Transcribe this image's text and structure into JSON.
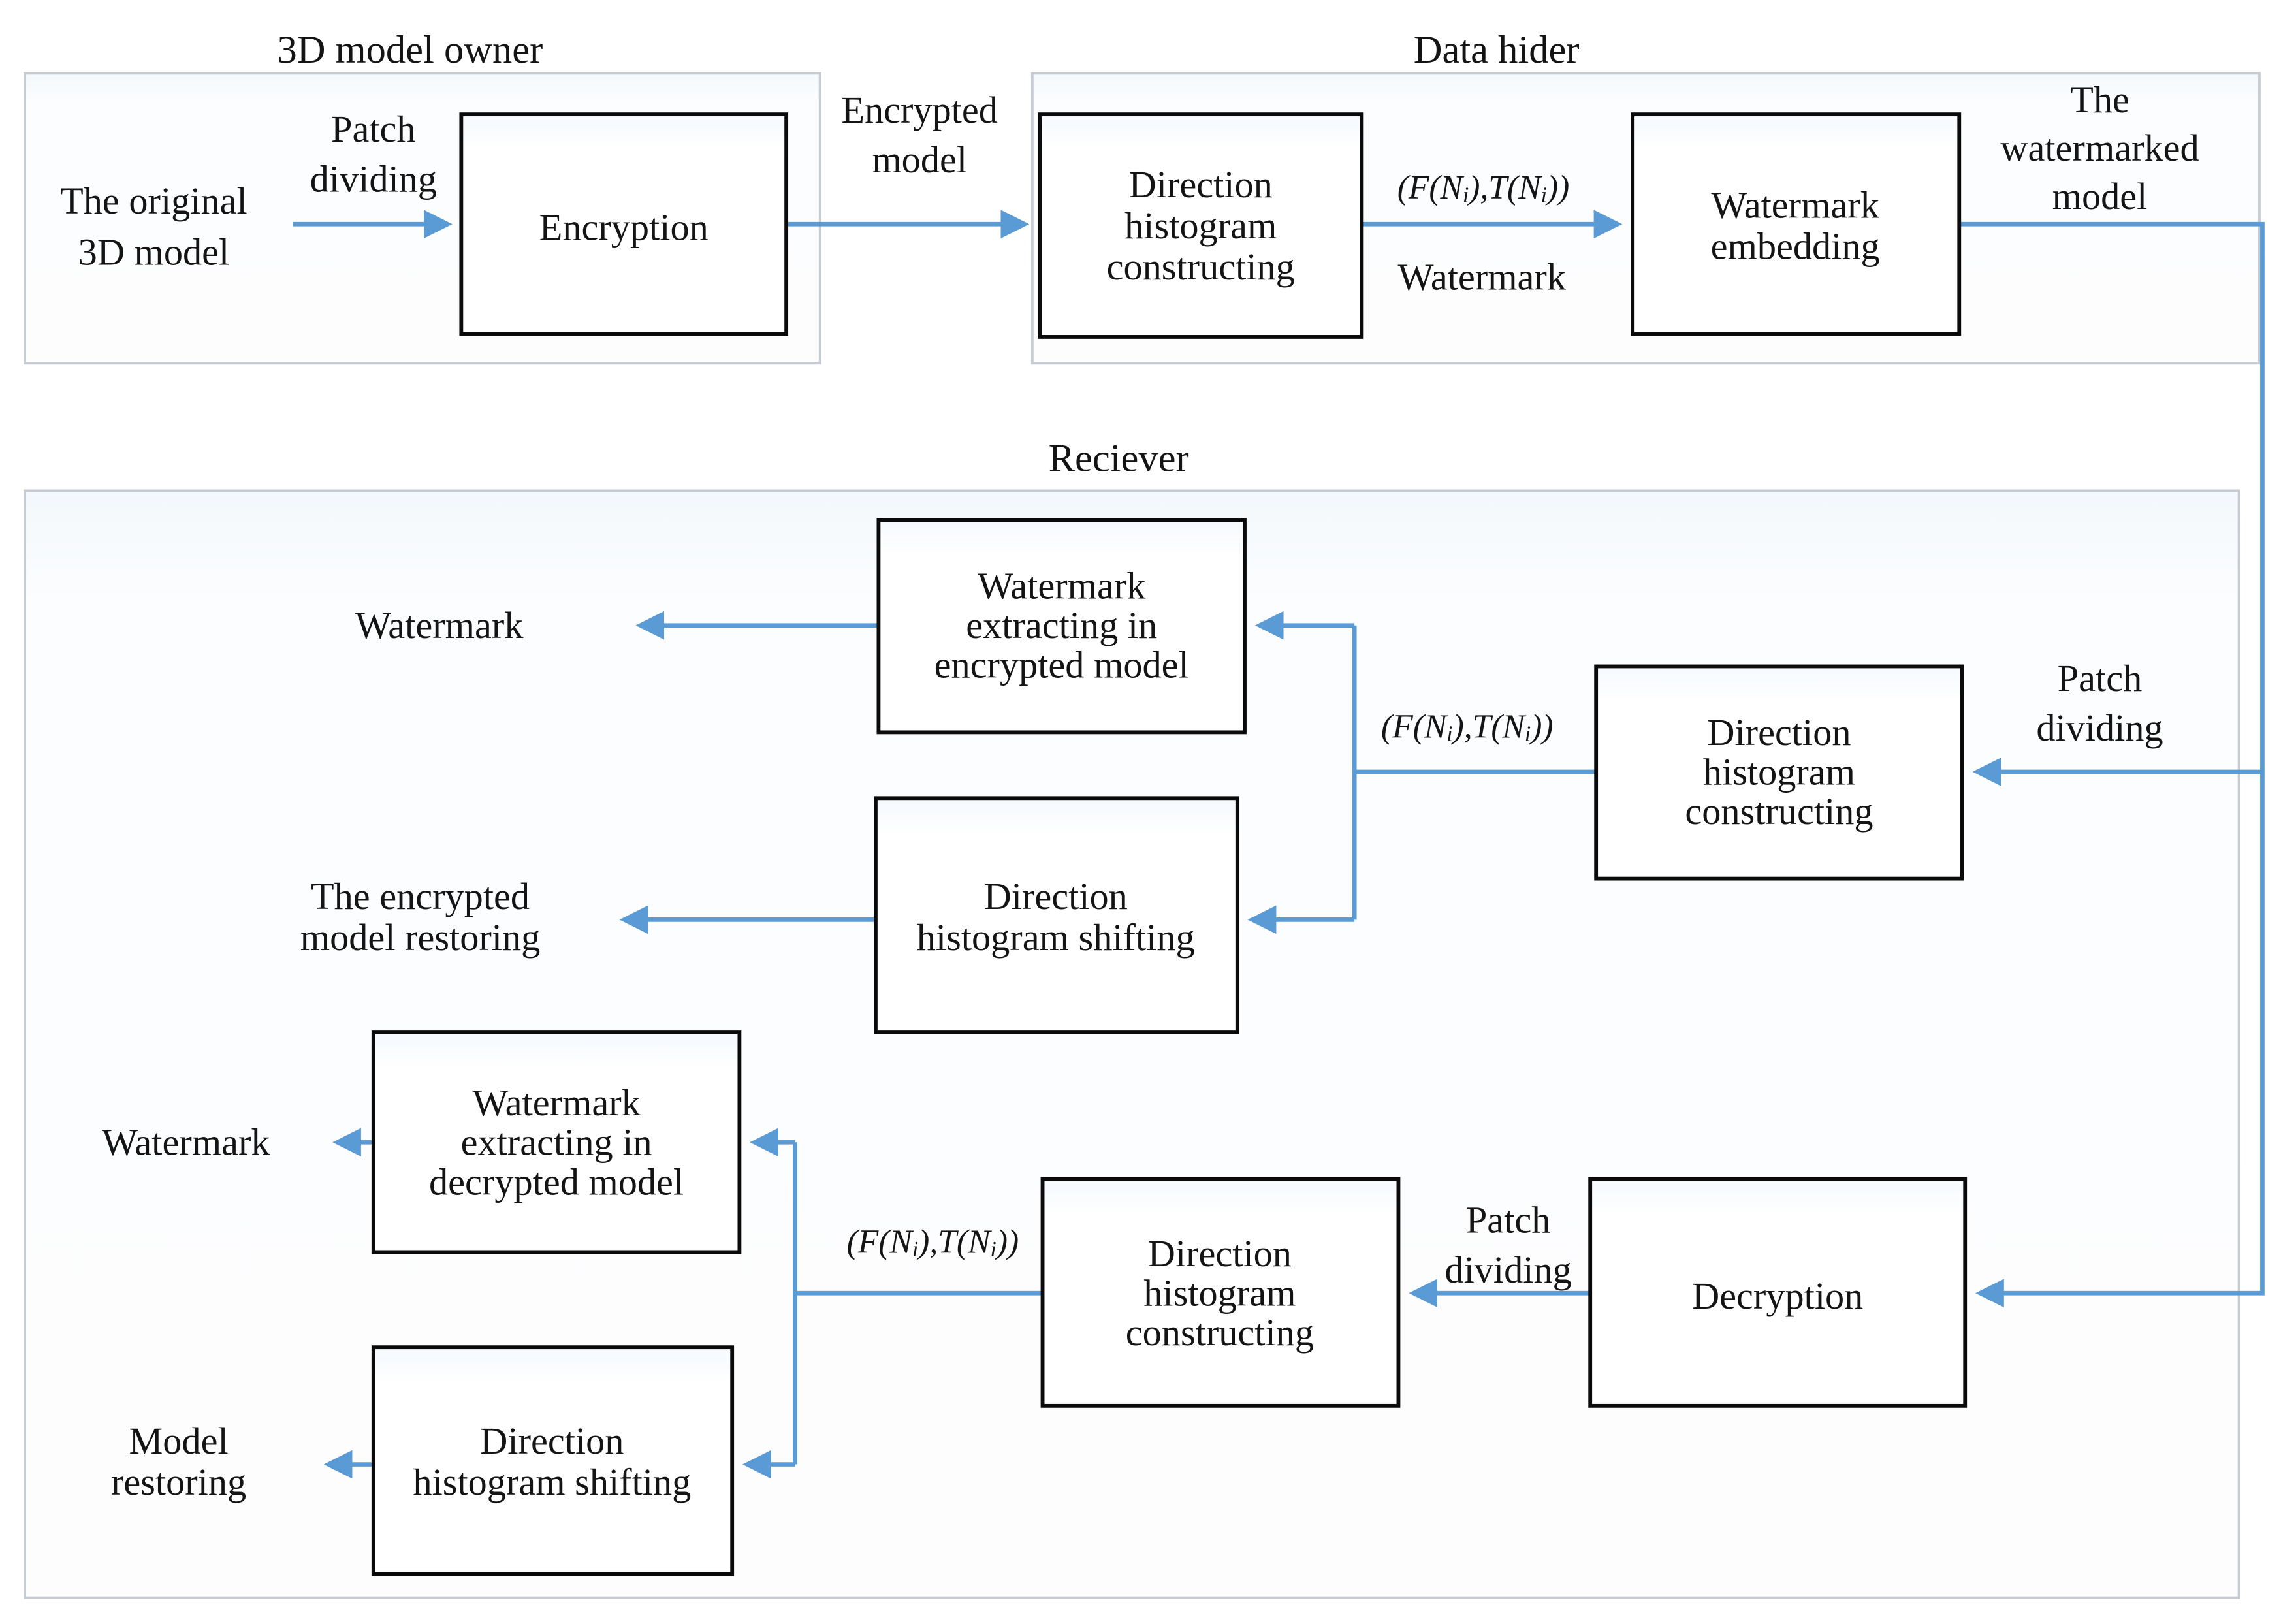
{
  "colors": {
    "arrow": "#5b9bd5",
    "box_border": "#0a0a0a",
    "section_border": "#c6cbd4",
    "text": "#141414"
  },
  "sections": {
    "owner": {
      "title": "3D model owner"
    },
    "hider": {
      "title": "Data hider"
    },
    "receiver": {
      "title": "Reciever"
    }
  },
  "nodes": {
    "encryption": {
      "lines": [
        "Encryption"
      ]
    },
    "dhc_top": {
      "lines": [
        "Direction",
        "histogram",
        "constructing"
      ]
    },
    "watermark_embedding": {
      "lines": [
        "Watermark",
        "embedding"
      ]
    },
    "wm_extract_enc": {
      "lines": [
        "Watermark",
        "extracting in",
        "encrypted model"
      ]
    },
    "dh_shifting_mid": {
      "lines": [
        "Direction",
        "histogram shifting"
      ]
    },
    "dhc_mid": {
      "lines": [
        "Direction",
        "histogram",
        "constructing"
      ]
    },
    "wm_extract_dec": {
      "lines": [
        "Watermark",
        "extracting in",
        "decrypted model"
      ]
    },
    "dh_shifting_bot": {
      "lines": [
        "Direction",
        "histogram shifting"
      ]
    },
    "dhc_bot": {
      "lines": [
        "Direction",
        "histogram",
        "constructing"
      ]
    },
    "decryption": {
      "lines": [
        "Decryption"
      ]
    }
  },
  "labels": {
    "original_model": [
      "The original",
      "3D model"
    ],
    "patch_dividing_top": [
      "Patch",
      "dividing"
    ],
    "encrypted_model": [
      "Encrypted",
      "model"
    ],
    "fnt_parts": [
      "(F(N",
      "i",
      "),T(N",
      "i",
      "))"
    ],
    "watermark_input": "Watermark",
    "watermarked_model": [
      "The",
      "watermarked",
      "model"
    ],
    "watermark_out_mid": "Watermark",
    "enc_model_restoring": [
      "The encrypted",
      "model restoring"
    ],
    "patch_dividing_right": [
      "Patch",
      "dividing"
    ],
    "watermark_out_bot": "Watermark",
    "model_restoring": [
      "Model",
      "restoring"
    ],
    "patch_dividing_bot": [
      "Patch",
      "dividing"
    ]
  }
}
